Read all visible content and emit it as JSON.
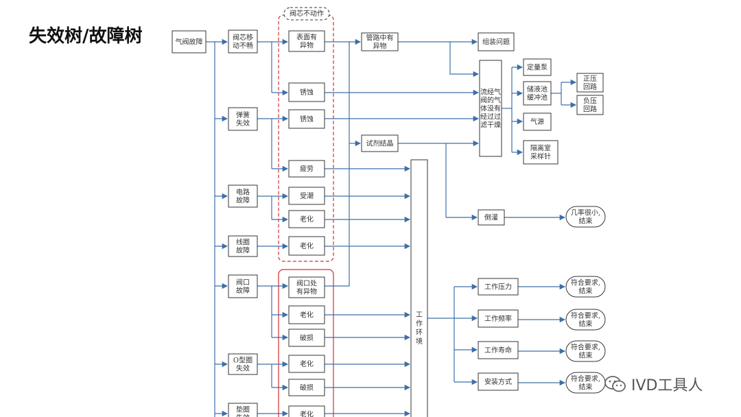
{
  "title": "失效树/故障树",
  "group_label": "阀芯不动作",
  "watermark": "IVD工具人",
  "nodes": [
    {
      "id": "root",
      "lines": [
        "气阀故障"
      ]
    },
    {
      "id": "a1",
      "lines": [
        "阀芯移",
        "动不畅"
      ]
    },
    {
      "id": "a2",
      "lines": [
        "弹簧",
        "失效"
      ]
    },
    {
      "id": "a3",
      "lines": [
        "电路",
        "故障"
      ]
    },
    {
      "id": "a4",
      "lines": [
        "线圈",
        "故障"
      ]
    },
    {
      "id": "a5",
      "lines": [
        "阀口",
        "故障"
      ]
    },
    {
      "id": "a6",
      "lines": [
        "O型圈",
        "失效"
      ]
    },
    {
      "id": "a7",
      "lines": [
        "垫圈",
        "失效"
      ]
    },
    {
      "id": "b1",
      "lines": [
        "表面有",
        "异物"
      ]
    },
    {
      "id": "b2",
      "lines": [
        "锈蚀"
      ]
    },
    {
      "id": "b3",
      "lines": [
        "锈蚀"
      ]
    },
    {
      "id": "b4",
      "lines": [
        "疲劳"
      ]
    },
    {
      "id": "b5",
      "lines": [
        "受潮"
      ]
    },
    {
      "id": "b6",
      "lines": [
        "老化"
      ]
    },
    {
      "id": "b7",
      "lines": [
        "老化"
      ]
    },
    {
      "id": "b8",
      "lines": [
        "阀口处",
        "有异物"
      ]
    },
    {
      "id": "b9",
      "lines": [
        "老化"
      ]
    },
    {
      "id": "b10",
      "lines": [
        "破损"
      ]
    },
    {
      "id": "b11",
      "lines": [
        "老化"
      ]
    },
    {
      "id": "b12",
      "lines": [
        "破损"
      ]
    },
    {
      "id": "b13",
      "lines": [
        "老化"
      ]
    },
    {
      "id": "c1",
      "lines": [
        "管路中有",
        "异物"
      ]
    },
    {
      "id": "c2",
      "lines": [
        "试剂结晶"
      ]
    },
    {
      "id": "d1",
      "lines": [
        "组装问题"
      ]
    },
    {
      "id": "d2",
      "lines": [
        "流经气",
        "阀的气",
        "体没有",
        "经过过",
        "滤干燥"
      ]
    },
    {
      "id": "e1",
      "lines": [
        "定量泵"
      ]
    },
    {
      "id": "e2",
      "lines": [
        "储液池",
        "缓冲池"
      ]
    },
    {
      "id": "e3",
      "lines": [
        "气源"
      ]
    },
    {
      "id": "e4",
      "lines": [
        "隔离室",
        "采样针"
      ]
    },
    {
      "id": "f1",
      "lines": [
        "正压",
        "回路"
      ]
    },
    {
      "id": "f2",
      "lines": [
        "负压",
        "回路"
      ]
    },
    {
      "id": "g1",
      "lines": [
        "倒灌"
      ]
    },
    {
      "id": "g2",
      "lines": [
        "几率很小,",
        "结束"
      ]
    },
    {
      "id": "env",
      "lines": [
        "工",
        "作",
        "环",
        "境"
      ]
    },
    {
      "id": "h1",
      "lines": [
        "工作压力"
      ]
    },
    {
      "id": "h2",
      "lines": [
        "工作频率"
      ]
    },
    {
      "id": "h3",
      "lines": [
        "工作寿命"
      ]
    },
    {
      "id": "h4",
      "lines": [
        "安装方式"
      ]
    },
    {
      "id": "i1",
      "lines": [
        "符合要求,",
        "结束"
      ]
    },
    {
      "id": "i2",
      "lines": [
        "符合要求,",
        "结束"
      ]
    },
    {
      "id": "i3",
      "lines": [
        "符合要求,",
        "结束"
      ]
    },
    {
      "id": "i4",
      "lines": [
        "符合要求,",
        "结束"
      ]
    }
  ]
}
